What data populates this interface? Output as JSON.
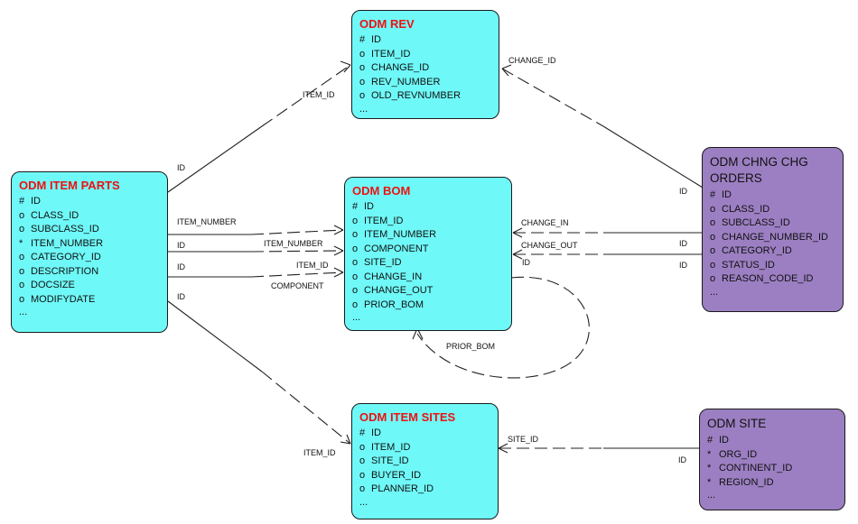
{
  "entities": {
    "odm_rev": {
      "title": "ODM REV",
      "attributes": [
        {
          "mark": "#",
          "name": "ID"
        },
        {
          "mark": "o",
          "name": "ITEM_ID"
        },
        {
          "mark": "o",
          "name": "CHANGE_ID"
        },
        {
          "mark": "o",
          "name": "REV_NUMBER"
        },
        {
          "mark": "o",
          "name": "OLD_REVNUMBER"
        }
      ],
      "more": "..."
    },
    "odm_item_parts": {
      "title": "ODM ITEM PARTS",
      "attributes": [
        {
          "mark": "#",
          "name": "ID"
        },
        {
          "mark": "o",
          "name": "CLASS_ID"
        },
        {
          "mark": "o",
          "name": "SUBCLASS_ID"
        },
        {
          "mark": "*",
          "name": "ITEM_NUMBER"
        },
        {
          "mark": "o",
          "name": "CATEGORY_ID"
        },
        {
          "mark": "o",
          "name": "DESCRIPTION"
        },
        {
          "mark": "o",
          "name": "DOCSIZE"
        },
        {
          "mark": "o",
          "name": "MODIFYDATE"
        }
      ],
      "more": "..."
    },
    "odm_bom": {
      "title": "ODM BOM",
      "attributes": [
        {
          "mark": "#",
          "name": "ID"
        },
        {
          "mark": "o",
          "name": "ITEM_ID"
        },
        {
          "mark": "o",
          "name": "ITEM_NUMBER"
        },
        {
          "mark": "o",
          "name": "COMPONENT"
        },
        {
          "mark": "o",
          "name": "SITE_ID"
        },
        {
          "mark": "o",
          "name": "CHANGE_IN"
        },
        {
          "mark": "o",
          "name": "CHANGE_OUT"
        },
        {
          "mark": "o",
          "name": "PRIOR_BOM"
        }
      ],
      "more": "..."
    },
    "odm_chng_chg_orders": {
      "title": "ODM CHNG CHG ORDERS",
      "attributes": [
        {
          "mark": "#",
          "name": "ID"
        },
        {
          "mark": "o",
          "name": "CLASS_ID"
        },
        {
          "mark": "o",
          "name": "SUBCLASS_ID"
        },
        {
          "mark": "o",
          "name": "CHANGE_NUMBER_ID"
        },
        {
          "mark": "o",
          "name": "CATEGORY_ID"
        },
        {
          "mark": "o",
          "name": "STATUS_ID"
        },
        {
          "mark": "o",
          "name": "REASON_CODE_ID"
        }
      ],
      "more": "..."
    },
    "odm_item_sites": {
      "title": "ODM ITEM SITES",
      "attributes": [
        {
          "mark": "#",
          "name": "ID"
        },
        {
          "mark": "o",
          "name": "ITEM_ID"
        },
        {
          "mark": "o",
          "name": "SITE_ID"
        },
        {
          "mark": "o",
          "name": "BUYER_ID"
        },
        {
          "mark": "o",
          "name": "PLANNER_ID"
        }
      ],
      "more": "..."
    },
    "odm_site": {
      "title": "ODM SITE",
      "attributes": [
        {
          "mark": "#",
          "name": "ID"
        },
        {
          "mark": "*",
          "name": "ORG_ID"
        },
        {
          "mark": "*",
          "name": "CONTINENT_ID"
        },
        {
          "mark": "*",
          "name": "REGION_ID"
        }
      ],
      "more": "..."
    }
  },
  "relationship_labels": {
    "rev_item_id": "ITEM_ID",
    "rev_change_id": "CHANGE_ID",
    "parts_rev_id": "ID",
    "chg_rev_id": "ID",
    "parts_item_number": "ITEM_NUMBER",
    "bom_item_number": "ITEM_NUMBER",
    "parts_id_1": "ID",
    "bom_item_id": "ITEM_ID",
    "parts_id_2": "ID",
    "bom_component": "COMPONENT",
    "bom_change_in": "CHANGE_IN",
    "bom_change_out": "CHANGE_OUT",
    "bom_id": "ID",
    "chg_id_1": "ID",
    "chg_id_2": "ID",
    "prior_bom": "PRIOR_BOM",
    "parts_id_3": "ID",
    "sites_item_id": "ITEM_ID",
    "sites_site_id": "SITE_ID",
    "site_id": "ID"
  },
  "colors": {
    "entity_cyan": "#6ff8f8",
    "entity_purple": "#9c7fc2",
    "title_red": "#ee1111"
  }
}
